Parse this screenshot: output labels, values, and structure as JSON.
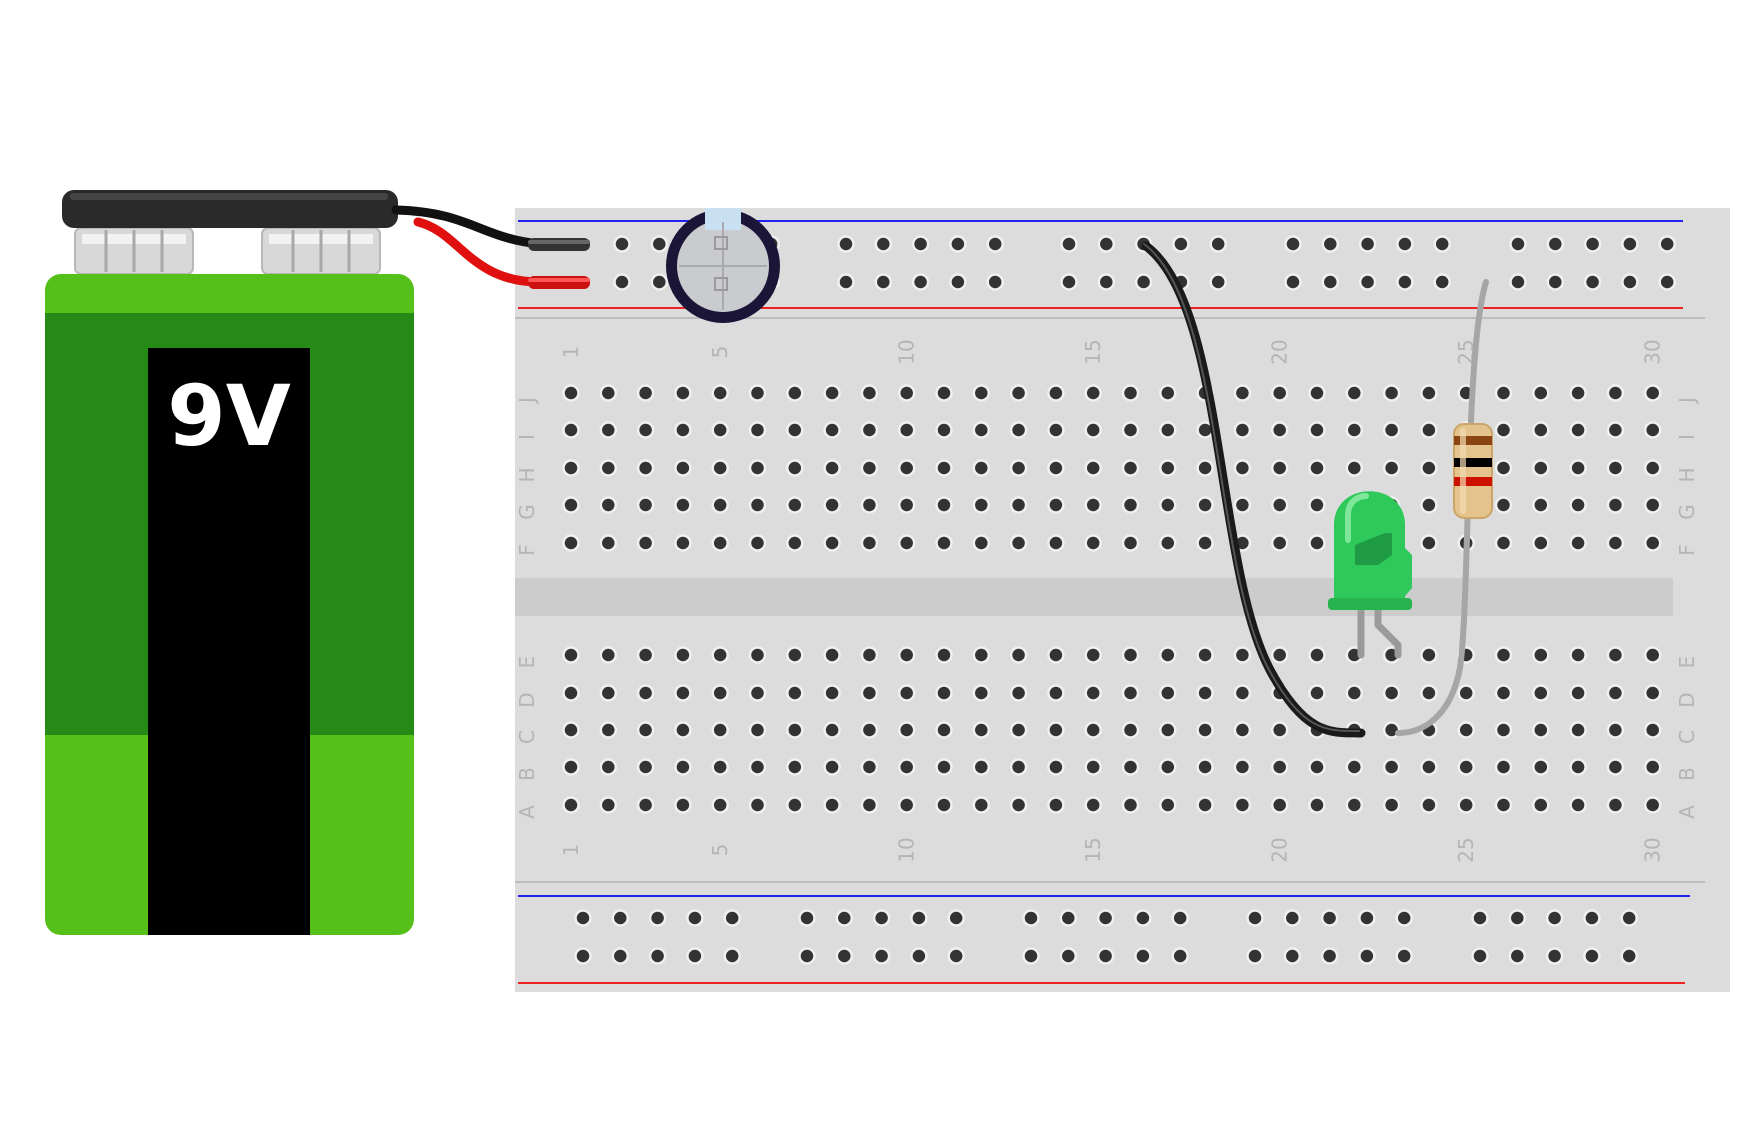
{
  "battery": {
    "label": "9V",
    "colors": {
      "body_light": "#55c01a",
      "body_dark": "#268a16",
      "band": "#000000"
    }
  },
  "breadboard": {
    "columns": 30,
    "rows_top": [
      "J",
      "I",
      "H",
      "G",
      "F"
    ],
    "rows_bottom": [
      "E",
      "D",
      "C",
      "B",
      "A"
    ],
    "column_numbers": [
      "1",
      "5",
      "10",
      "15",
      "20",
      "25",
      "30"
    ],
    "colors": {
      "board": "#dcdcdc",
      "channel": "#cccccc",
      "rail_blue": "#2222ee",
      "rail_red": "#ee2222"
    }
  },
  "components": {
    "capacitor": {
      "colors": {
        "body": "#1b1538",
        "top": "#c9d6e3"
      }
    },
    "led": {
      "color": "#2ec95a"
    },
    "resistor": {
      "bands": [
        "#8b4513",
        "#000000",
        "#cc1100"
      ]
    },
    "wires": [
      {
        "color": "#1a1a1a"
      },
      {
        "color": "#a6a6a6"
      }
    ]
  }
}
